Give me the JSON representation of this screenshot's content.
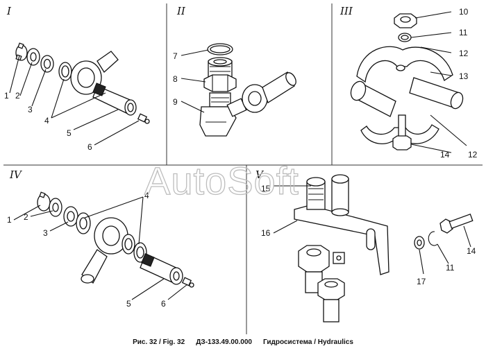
{
  "sections": [
    "I",
    "II",
    "III",
    "IV",
    "V"
  ],
  "callouts": {
    "s1": [
      "1",
      "2",
      "3",
      "4",
      "5",
      "6"
    ],
    "s2": [
      "7",
      "8",
      "9"
    ],
    "s3": [
      "10",
      "11",
      "12",
      "13",
      "14",
      "12"
    ],
    "s4": [
      "1",
      "2",
      "3",
      "4",
      "5",
      "6"
    ],
    "s5": [
      "15",
      "16",
      "17",
      "11",
      "14"
    ]
  },
  "watermark": "AutoSoft",
  "caption": {
    "figure": "Рис. 32 / Fig. 32",
    "code": "ДЗ-133.49.00.000",
    "title": "Гидросистема / Hydraulics"
  }
}
